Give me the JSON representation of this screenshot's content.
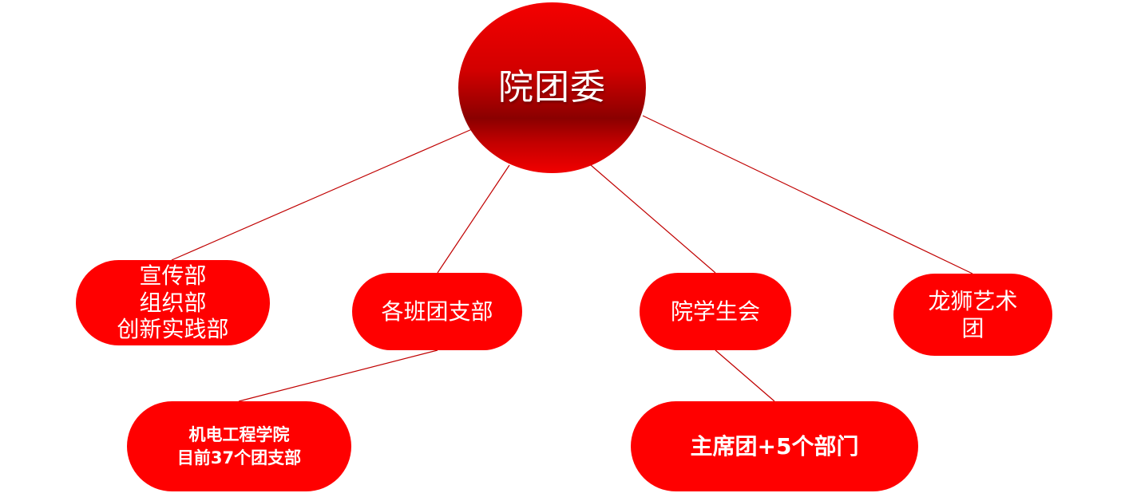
{
  "colors": {
    "node_fill": "#ff0000",
    "root_fill_dark": "#8a0000",
    "connector": "#c00000",
    "text": "#ffffff"
  },
  "diagram": {
    "root": {
      "label": "院团委"
    },
    "nodes": {
      "propaganda": {
        "label": "宣传部\n组织部\n创新实践部"
      },
      "branches": {
        "label": "各班团支部"
      },
      "union": {
        "label": "院学生会"
      },
      "lion": {
        "label": "龙狮艺术\n团"
      },
      "college": {
        "label": "机电工程学院\n目前37个团支部"
      },
      "presidium": {
        "label": "主席团+5个部门"
      }
    },
    "edges": [
      {
        "from": "root",
        "to": "propaganda"
      },
      {
        "from": "root",
        "to": "branches"
      },
      {
        "from": "root",
        "to": "union"
      },
      {
        "from": "root",
        "to": "lion"
      },
      {
        "from": "branches",
        "to": "college"
      },
      {
        "from": "union",
        "to": "presidium"
      }
    ]
  }
}
